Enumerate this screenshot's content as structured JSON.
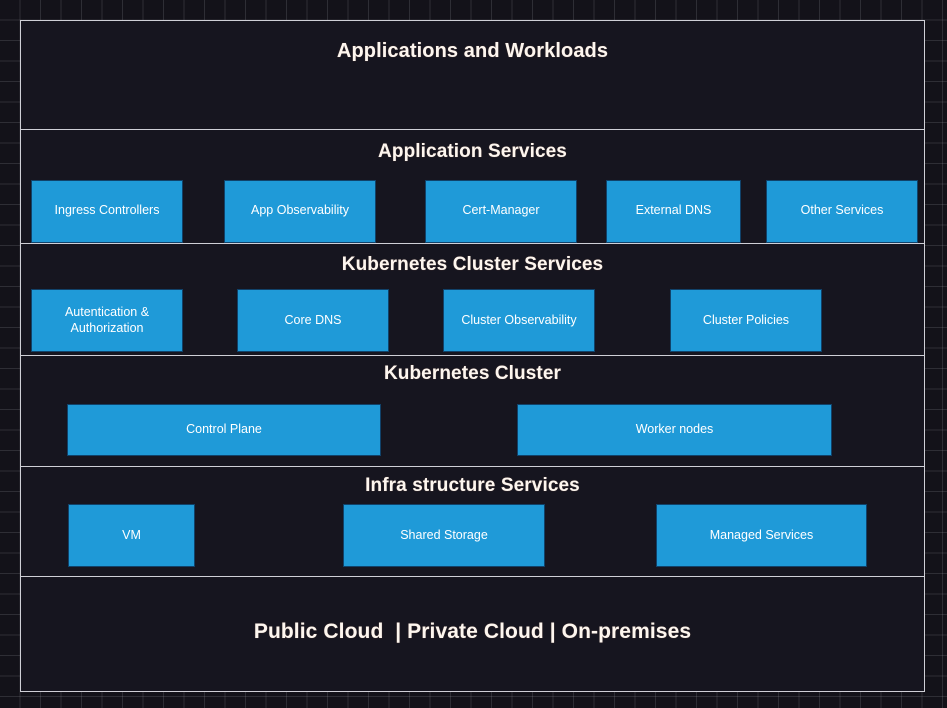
{
  "diagram": {
    "title": "Applications and Workloads",
    "background": "#131219",
    "accent_color": "#1f9ad8",
    "node_border_color": "#10426a",
    "layer_border_color": "#cfcfd6",
    "layer_fill_color": "#16151f",
    "text_color": "#ffffff",
    "layers": [
      {
        "id": "applications-and-workloads",
        "title": "Applications and Workloads",
        "nodes": []
      },
      {
        "id": "application-services",
        "title": "Application Services",
        "nodes": [
          {
            "label": "Ingress Controllers"
          },
          {
            "label": "App Observability"
          },
          {
            "label": "Cert-Manager"
          },
          {
            "label": "External DNS"
          },
          {
            "label": "Other Services"
          }
        ]
      },
      {
        "id": "kubernetes-cluster-services",
        "title": "Kubernetes Cluster Services",
        "nodes": [
          {
            "label": "Autentication &\nAuthorization"
          },
          {
            "label": "Core DNS"
          },
          {
            "label": "Cluster Observability"
          },
          {
            "label": "Cluster Policies"
          }
        ]
      },
      {
        "id": "kubernetes-cluster",
        "title": "Kubernetes Cluster",
        "nodes": [
          {
            "label": "Control Plane"
          },
          {
            "label": "Worker nodes"
          }
        ]
      },
      {
        "id": "infrastructure-services",
        "title": "Infra structure Services",
        "nodes": [
          {
            "label": "VM"
          },
          {
            "label": "Shared Storage"
          },
          {
            "label": "Managed Services"
          }
        ]
      },
      {
        "id": "deployment-targets",
        "title": "Public Cloud  | Private Cloud | On-premises",
        "nodes": []
      }
    ]
  }
}
